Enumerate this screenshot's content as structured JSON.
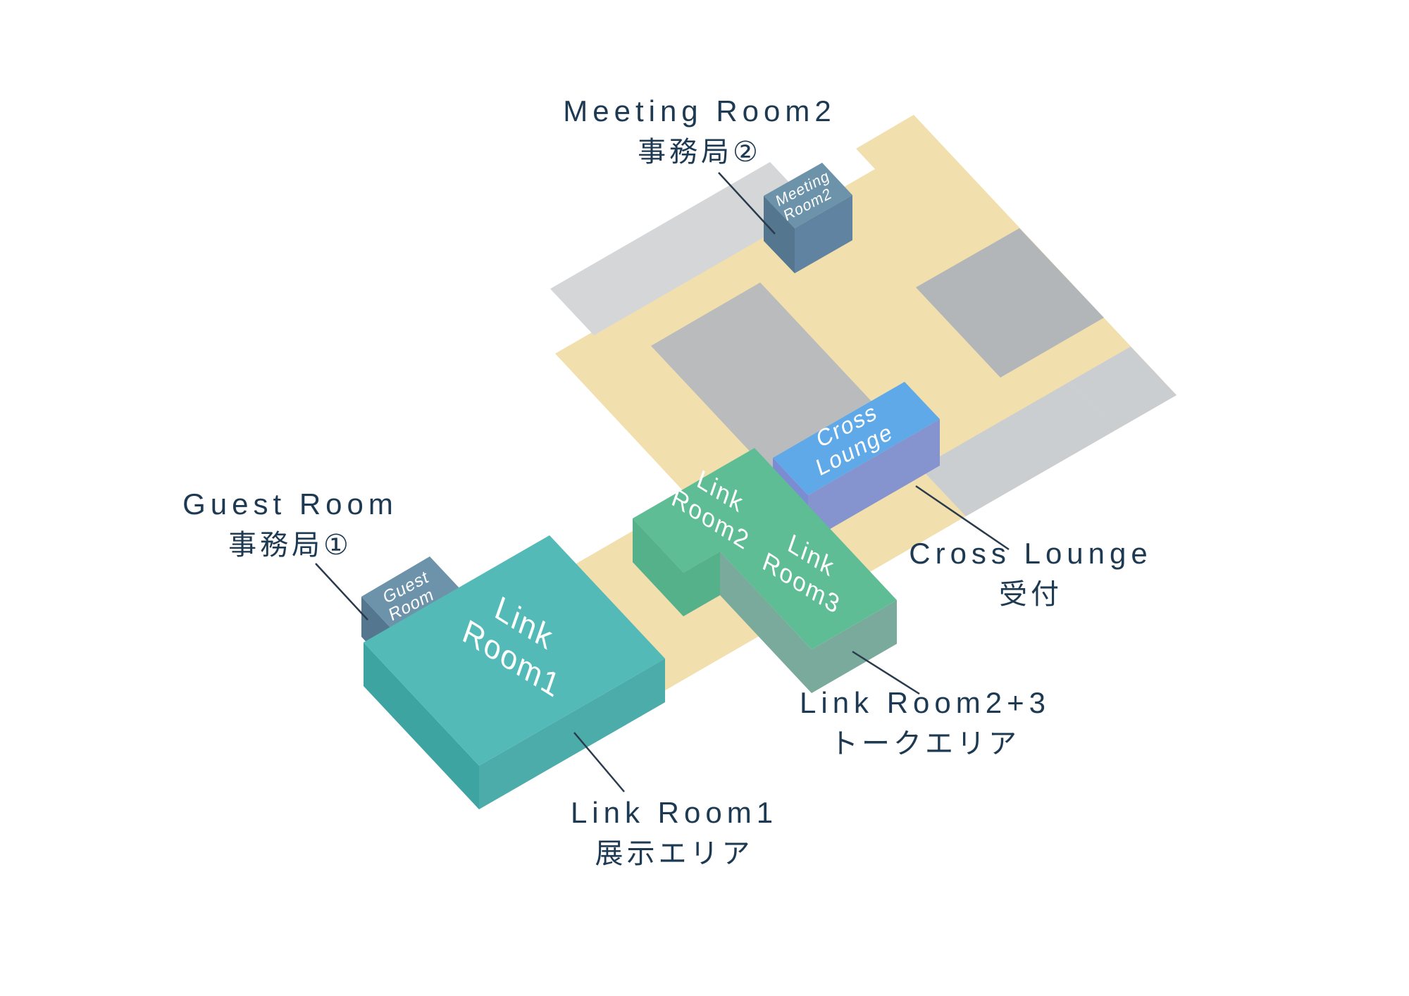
{
  "colors": {
    "beige": "#f2dfae",
    "gray_light": "#d5d6d8",
    "gray_band": "#cbced0",
    "gray_block_a": "#b3b6b9",
    "gray_block_c": "#b9bbbd",
    "slate_top": "#6d93ab",
    "slate_left": "#54768f",
    "slate_right": "#6083a1",
    "teal_top": "#54bab7",
    "teal_left": "#3ea4a2",
    "teal_right": "#4bacaa",
    "green_top": "#5ebd94",
    "green_left": "#54b189",
    "green_right": "#79aa9c",
    "blue_top": "#5fa9e8",
    "blue_left": "#7b8cd3",
    "blue_right": "#8593cf",
    "label_text": "#1d3a52",
    "leader_line": "#2a3b4d",
    "box_text": "#ffffff"
  },
  "boxes": {
    "meeting": {
      "line1": "Meeting",
      "line2": "Room2"
    },
    "guest": {
      "line1": "Guest",
      "line2": "Room"
    },
    "room1": {
      "line1": "Link",
      "line2": "Room1"
    },
    "room2": {
      "line1": "Link",
      "line2": "Room2"
    },
    "room3": {
      "line1": "Link",
      "line2": "Room3"
    },
    "cross": {
      "line1": "Cross",
      "line2": "Lounge"
    }
  },
  "labels": {
    "meeting": {
      "en": "Meeting Room2",
      "ja": "事務局②"
    },
    "guest": {
      "en": "Guest Room",
      "ja": "事務局①"
    },
    "cross": {
      "en": "Cross Lounge",
      "ja": "受付"
    },
    "room23": {
      "en": "Link Room2+3",
      "ja": "トークエリア"
    },
    "room1": {
      "en": "Link Room1",
      "ja": "展示エリア"
    }
  }
}
